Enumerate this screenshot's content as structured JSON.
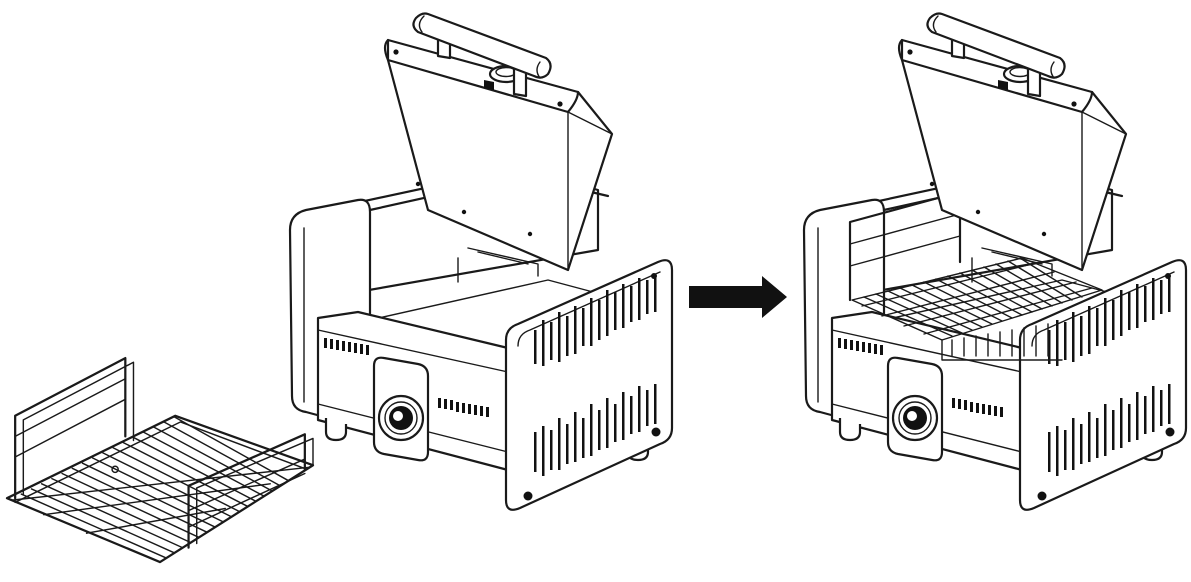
{
  "diagram": {
    "colors": {
      "line": "#1a1a1a",
      "arrow": "#111111",
      "background": "#ffffff"
    },
    "parts": [
      {
        "name": "wire-rack",
        "icon": "wire-rack-icon"
      },
      {
        "name": "grill-lid-open",
        "icon": "grill-icon"
      },
      {
        "name": "step-arrow",
        "icon": "arrow-right-icon"
      },
      {
        "name": "grill-with-rack-installed",
        "icon": "grill-icon"
      }
    ]
  }
}
